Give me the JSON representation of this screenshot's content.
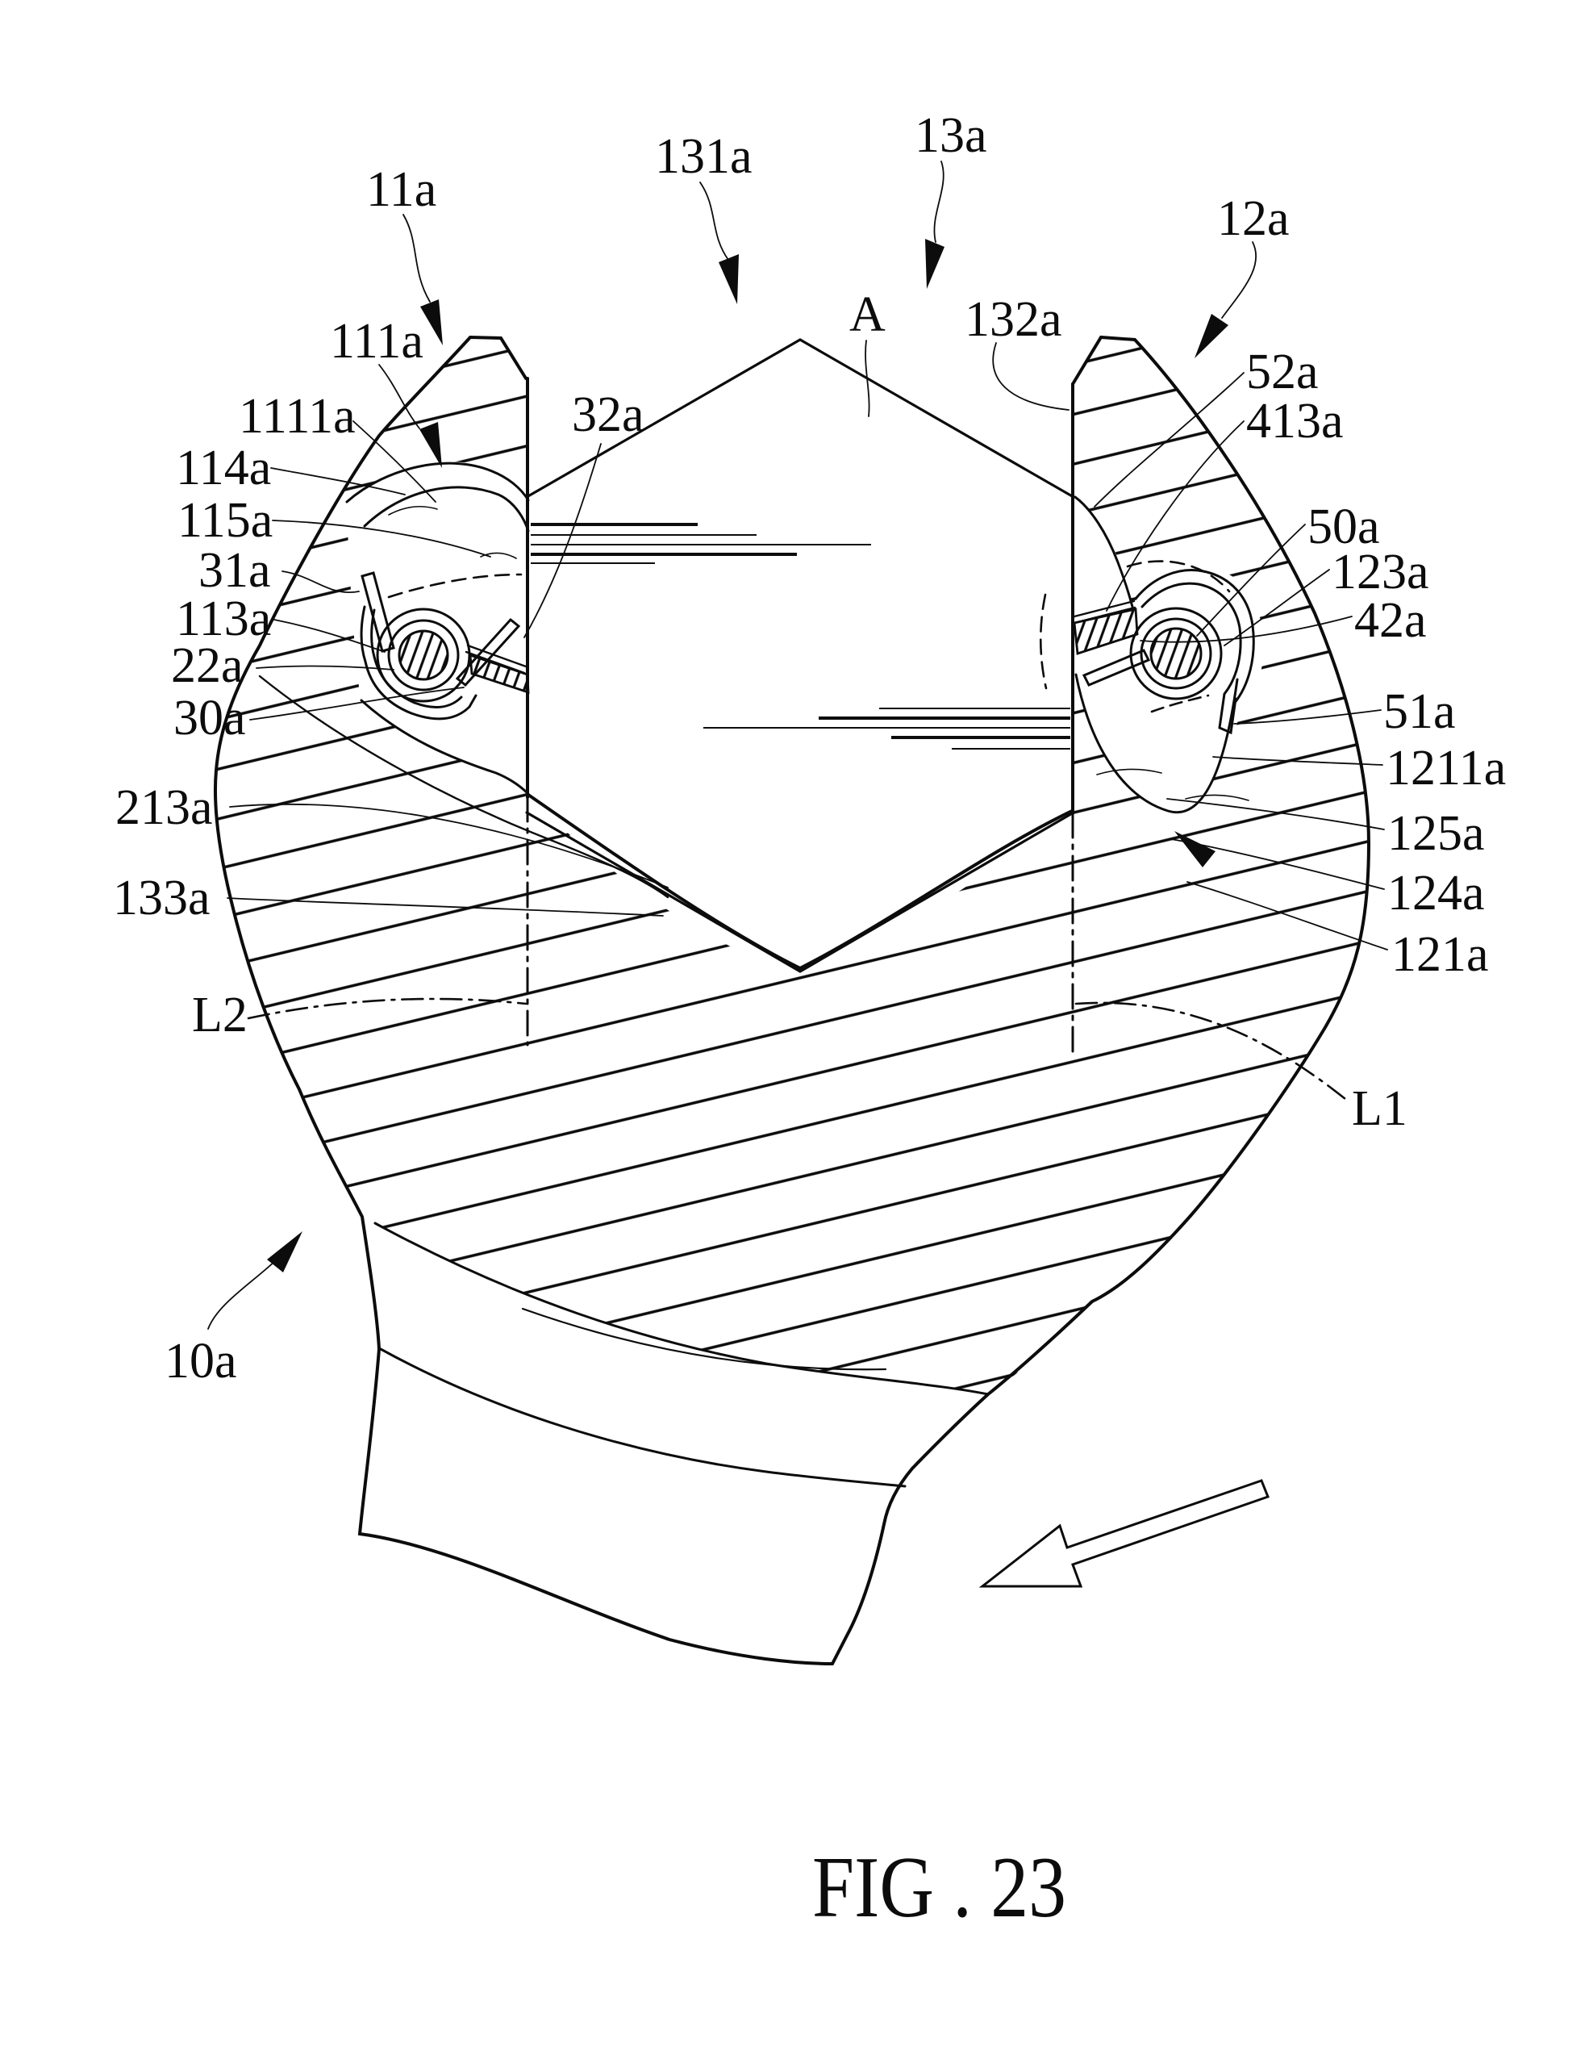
{
  "figure": {
    "caption": "FIG . 23",
    "type": "patent-line-drawing",
    "subject": "open-end wrench head engaging hexagonal workpiece",
    "ink_color": "#0c0c0c",
    "background_color": "#ffffff"
  },
  "labels": {
    "l11a": "11a",
    "l111a": "111a",
    "l1111a": "1111a",
    "l114a": "114a",
    "l115a": "115a",
    "l31a": "31a",
    "l113a": "113a",
    "l22a": "22a",
    "l30a": "30a",
    "l213a": "213a",
    "l133a": "133a",
    "lL2": "L2",
    "l10a": "10a",
    "l32a": "32a",
    "l131a": "131a",
    "l13a": "13a",
    "lA": "A",
    "l132a": "132a",
    "l12a": "12a",
    "l52a": "52a",
    "l413a": "413a",
    "l50a": "50a",
    "l123a": "123a",
    "l42a": "42a",
    "l51a": "51a",
    "l1211a": "1211a",
    "l125a": "125a",
    "l124a": "124a",
    "l121a": "121a",
    "lL1": "L1"
  }
}
